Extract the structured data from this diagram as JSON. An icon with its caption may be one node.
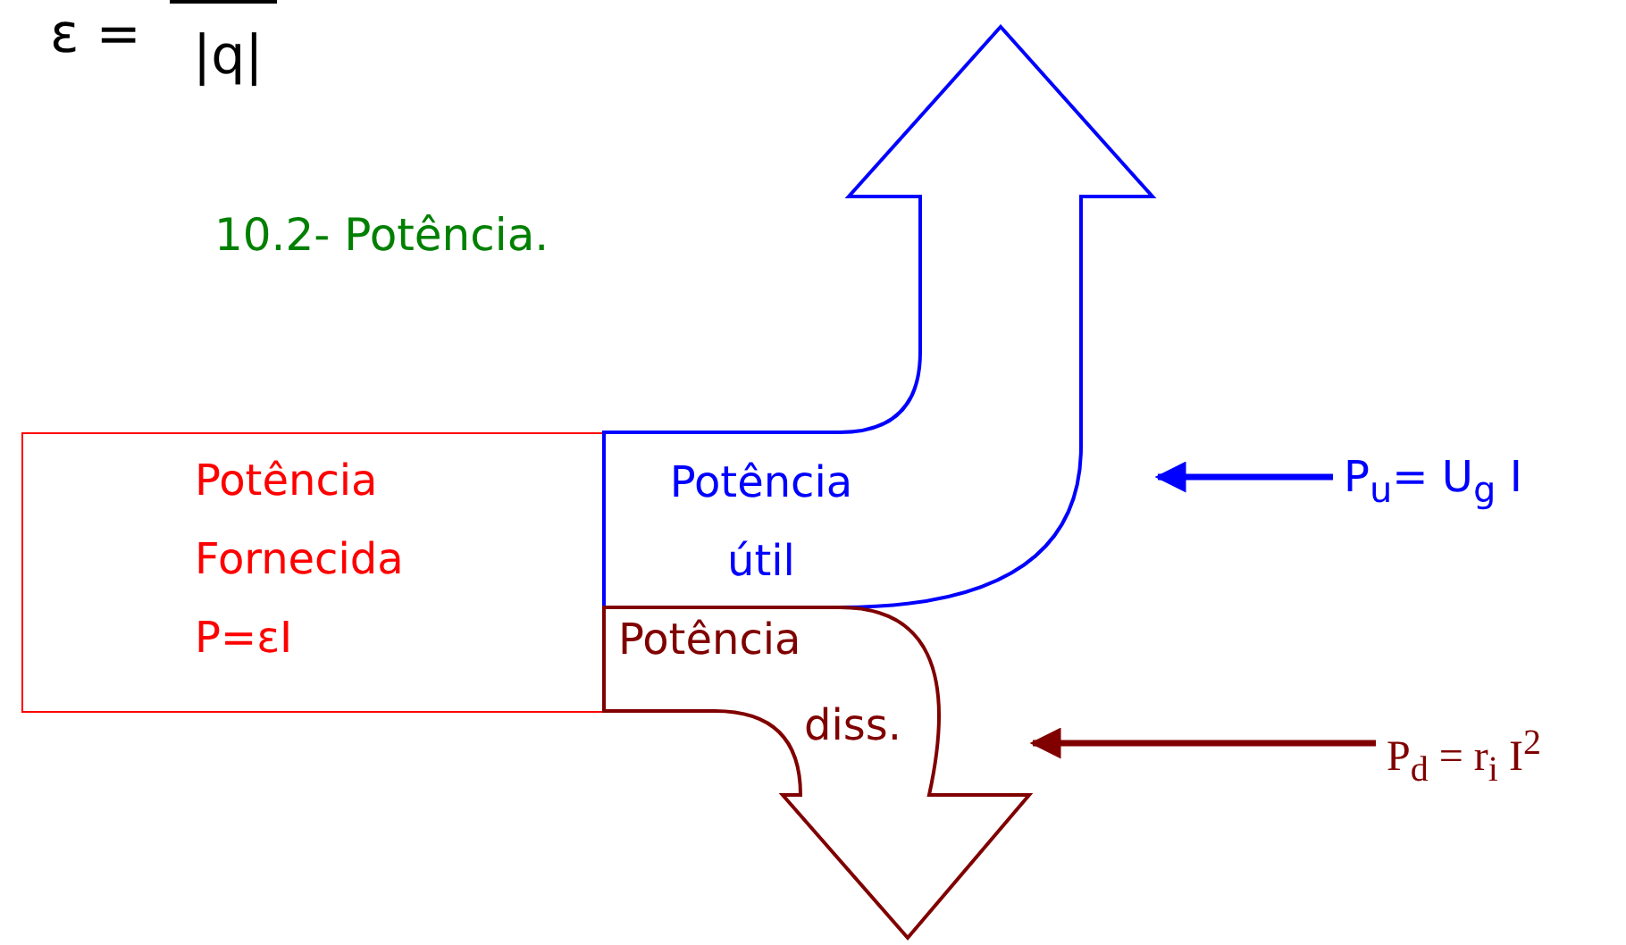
{
  "diagram": {
    "title": "10.2- Potência.",
    "nodes": [
      {
        "text": [
          "Potência Fornecida",
          "P=εI"
        ]
      },
      {
        "text": [
          "Potência útil"
        ]
      },
      {
        "text": [
          "Potência",
          "diss."
        ]
      },
      {
        "text": [
          "P$_{u}$= U$_{g}$ I"
        ]
      },
      {
        "text": [
          "P$_{d}$ = r$_{i}$ I$^{2}$"
        ]
      }
    ],
    "edges": [
      {
        "from": 3,
        "to": 1,
        "arrow": "to",
        "color": "#0000ff"
      },
      {
        "from": 4,
        "to": 2,
        "arrow": "to",
        "color": "#800000"
      }
    ],
    "labels": [
      "ε =",
      "|q|"
    ]
  }
}
